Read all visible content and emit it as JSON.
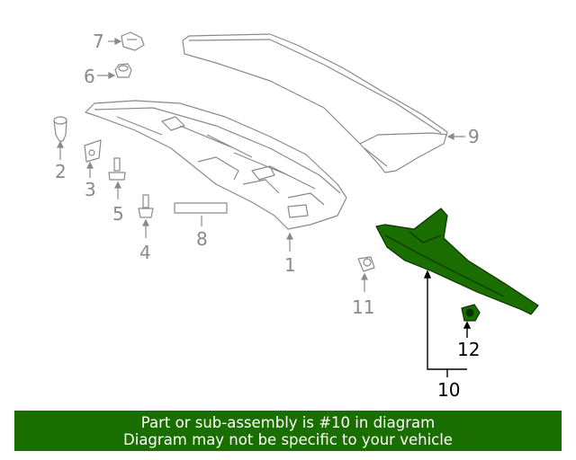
{
  "callouts": {
    "c1": "1",
    "c2": "2",
    "c3": "3",
    "c4": "4",
    "c5": "5",
    "c6": "6",
    "c7": "7",
    "c8": "8",
    "c9": "9",
    "c10": "10",
    "c11": "11",
    "c12": "12"
  },
  "highlighted_part": "10",
  "colors": {
    "highlight": "#1a6e00",
    "footer_bg": "#1a6e00",
    "line": "#8a8a8a"
  },
  "footer": {
    "line1": "Part or sub-assembly is #10 in diagram",
    "line2": "Diagram may not be specific to your vehicle"
  }
}
